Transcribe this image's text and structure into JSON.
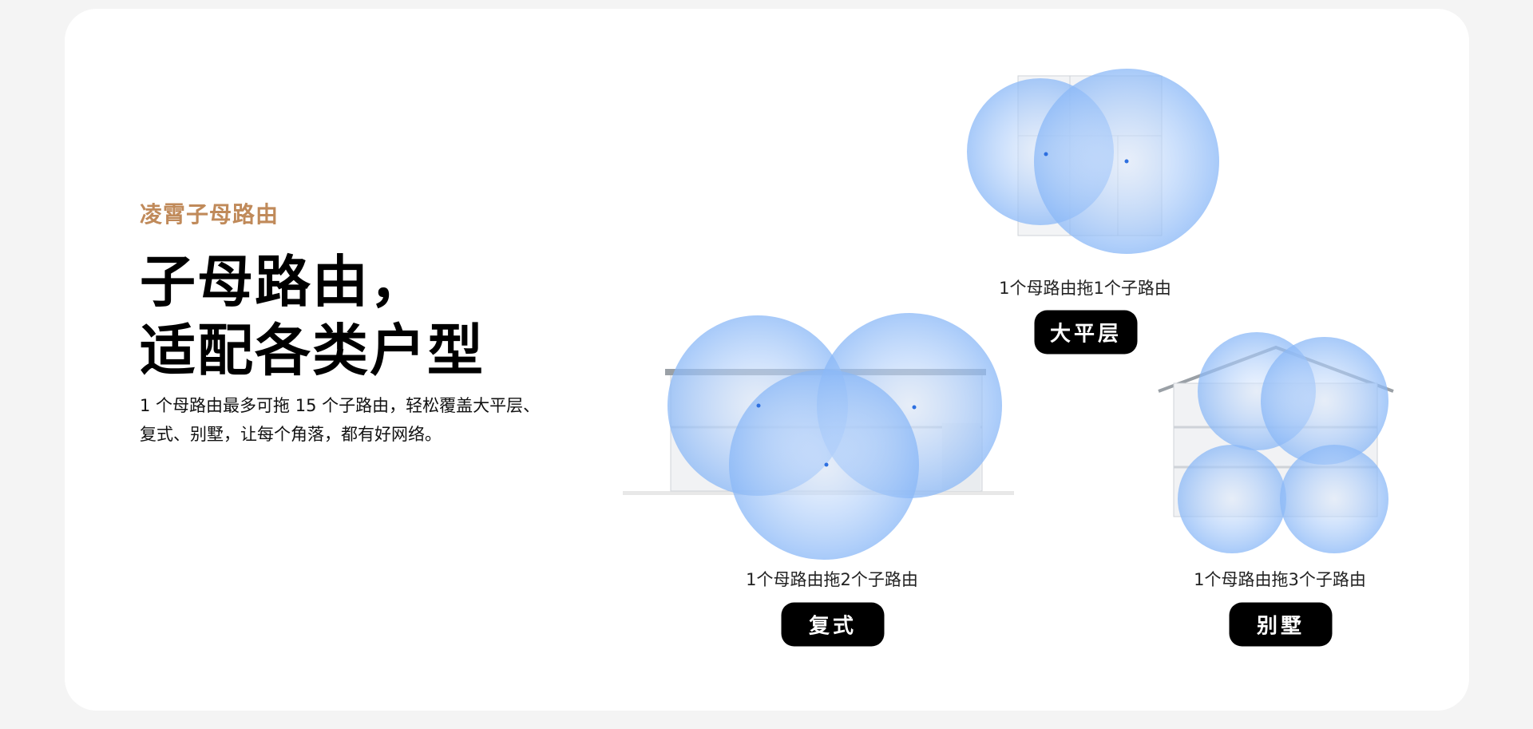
{
  "eyebrow": "凌霄子母路由",
  "headline": {
    "line1": "子母路由，",
    "line2": "适配各类户型"
  },
  "description": "1 个母路由最多可拖 15 个子路由，轻松覆盖大平层、复式、别墅，让每个角落，都有好网络。",
  "scenarios": [
    {
      "caption": "1个母路由拖1个子路由",
      "label": "大平层"
    },
    {
      "caption": "1个母路由拖2个子路由",
      "label": "复式"
    },
    {
      "caption": "1个母路由拖3个子路由",
      "label": "别墅"
    }
  ],
  "colors": {
    "accent": "#c08a5a",
    "coverage": "#7fb0f5",
    "pill": "#000000"
  }
}
